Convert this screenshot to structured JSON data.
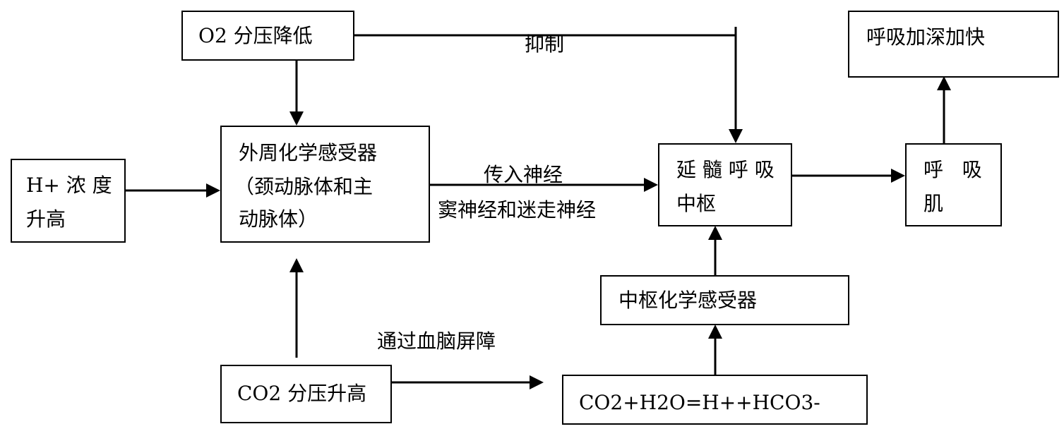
{
  "nodes": {
    "o2_drop": {
      "text": "O2 分压降低"
    },
    "h_rise_l1": {
      "text": "H+ 浓 度"
    },
    "h_rise_l2": {
      "text": "升高"
    },
    "peripheral_l1": {
      "text": "外周化学感受器"
    },
    "peripheral_l2": {
      "text": "（颈动脉体和主"
    },
    "peripheral_l3": {
      "text": "动脉体）"
    },
    "medulla_l1": {
      "text": "延 髓 呼 吸"
    },
    "medulla_l2": {
      "text": "中枢"
    },
    "muscle_l1": {
      "text": "呼   吸"
    },
    "muscle_l2": {
      "text": "肌"
    },
    "result": {
      "text": "呼吸加深加快"
    },
    "central": {
      "text": "中枢化学感受器"
    },
    "co2_rise": {
      "text": "CO2 分压升高"
    },
    "reaction": {
      "text": "CO2+H2O=H++HCO3-"
    }
  },
  "edge_labels": {
    "inhibit": "抑制",
    "afferent_l1": "传入神经",
    "afferent_l2": "窦神经和迷走神经",
    "bbb": "通过血脑屏障"
  }
}
